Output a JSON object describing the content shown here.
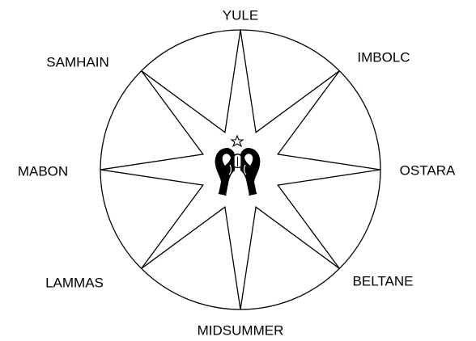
{
  "wheel": {
    "points": [
      {
        "id": "yule",
        "label": "YULE"
      },
      {
        "id": "imbolc",
        "label": "IMBOLC"
      },
      {
        "id": "ostara",
        "label": "OSTARA"
      },
      {
        "id": "beltane",
        "label": "BELTANE"
      },
      {
        "id": "midsummer",
        "label": "MIDSUMMER"
      },
      {
        "id": "lammas",
        "label": "LAMMAS"
      },
      {
        "id": "mabon",
        "label": "MABON"
      },
      {
        "id": "samhain",
        "label": "SAMHAIN"
      }
    ]
  },
  "colors": {
    "line": "#000000",
    "background": "#ffffff"
  },
  "center_emblem_icon": "goddess-hands-emblem-icon"
}
